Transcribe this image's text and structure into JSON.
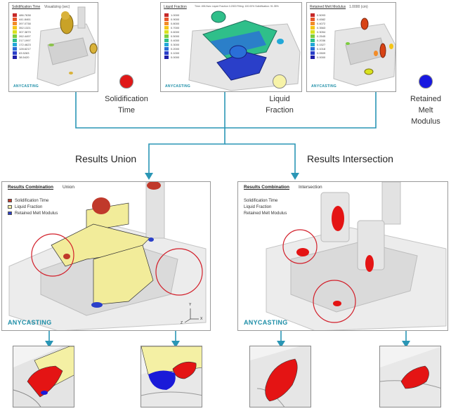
{
  "top_panels": [
    {
      "title": "Solidification Time",
      "subtitle": "Visualizing (sec)",
      "legend_values": [
        "486.7638",
        "441.8461",
        "397.0738",
        "352.1321",
        "307.3879",
        "262.4497",
        "217.1997",
        "172.4623",
        "128.6217",
        "83.5283",
        "38.5420"
      ],
      "logo": "ANYCASTING"
    },
    {
      "title": "Liquid Fraction",
      "subtitle": "Time: 496.9sec Liquid Fraction 0.2000 Filling: 100.00% Solidification: 91.35%",
      "legend_values": [
        "1.0000",
        "0.9000",
        "0.8000",
        "0.7000",
        "0.6000",
        "0.5000",
        "0.4000",
        "0.3000",
        "0.2000",
        "0.1000",
        "0.0000"
      ],
      "logo": "ANYCASTING"
    },
    {
      "title": "Retained Melt Modulus",
      "subtitle": "1.0000 (cm)",
      "legend_values": [
        "0.5093",
        "0.4582",
        "0.4072",
        "0.3563",
        "0.3054",
        "0.2545",
        "0.2036",
        "0.1527",
        "0.1018",
        "0.0509",
        "0.0000"
      ],
      "logo": "ANYCASTING"
    }
  ],
  "legend_colors": [
    "#c62828",
    "#e8572a",
    "#f28c28",
    "#f5c518",
    "#d8e21f",
    "#7ccd3c",
    "#2fbf8a",
    "#22a8d8",
    "#2a6fd8",
    "#2a3fc9",
    "#2020a8"
  ],
  "inputs": [
    {
      "label_line1": "Solidification",
      "label_line2": "Time",
      "label_line3": "",
      "color": "#e01818"
    },
    {
      "label_line1": "Liquid",
      "label_line2": "Fraction",
      "label_line3": "",
      "color": "#f7f3a8"
    },
    {
      "label_line1": "Retained",
      "label_line2": "Melt",
      "label_line3": "Modulus",
      "color": "#1818e0"
    }
  ],
  "union_title": "Results Union",
  "intersection_title": "Results Intersection",
  "union_panel": {
    "title": "Results Combination",
    "mode": "Union",
    "legend": [
      {
        "label": "Solidification Time",
        "color": "#c0392b"
      },
      {
        "label": "Liquid Fraction",
        "color": "#f5f1a6"
      },
      {
        "label": "Retained Melt Modulus",
        "color": "#2a3fc9"
      }
    ],
    "logo": "ANYCASTING"
  },
  "intersection_panel": {
    "title": "Results Combination",
    "mode": "Intersection",
    "legend": [
      {
        "label": "Solidification Time"
      },
      {
        "label": "Liquid Fraction"
      },
      {
        "label": "Retained Melt Modulus"
      }
    ],
    "logo": "ANYCASTING"
  },
  "axis_labels": {
    "y": "Y",
    "x": "X",
    "z": "Z"
  },
  "colors": {
    "accent": "#2a96b5",
    "circle": "#d21f2a",
    "red": "#e41414",
    "yellow": "#f4f0a4",
    "blue": "#1a1ad8"
  }
}
